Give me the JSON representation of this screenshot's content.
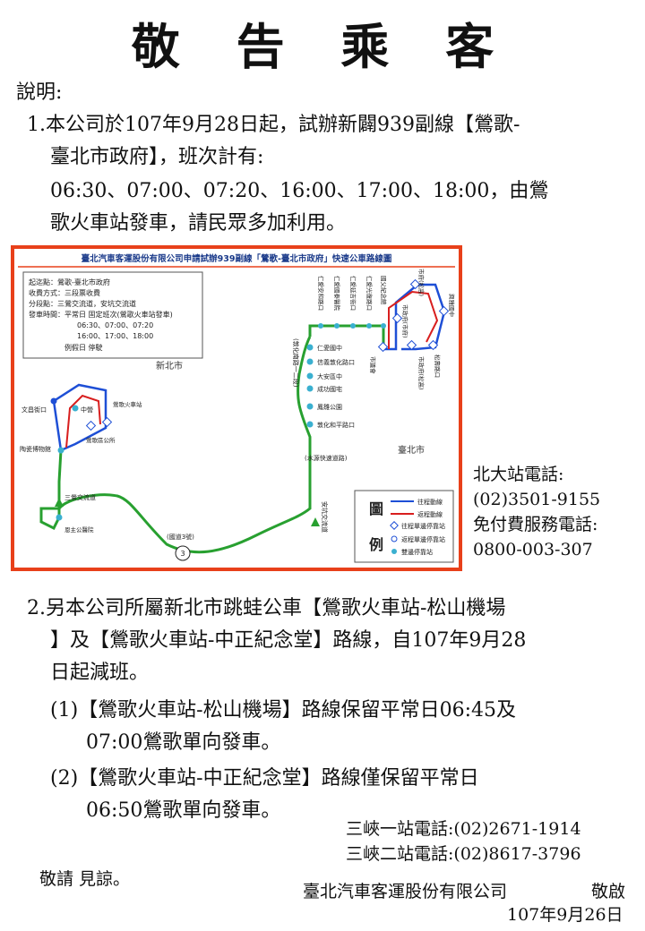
{
  "title": "敬 告 乘 客",
  "intro_label": "說明:",
  "item1": {
    "lines": [
      "1.本公司於107年9月28日起，試辦新闢939副線【鶯歌-",
      "臺北市政府】，班次計有:",
      "06:30、07:00、07:20、16:00、17:00、18:00，由鶯",
      "歌火車站發車，請民眾多加利用。"
    ]
  },
  "map": {
    "header": "臺北汽車客運股份有限公司申請試辦939副線「鶯歌-臺北市政府」快速公車路線圖",
    "info_lines": [
      "起迄點：鶯歌-臺北市政府",
      "收費方式：三段票收費",
      "分段點：三鶯交流道，安坑交流道",
      "發車時間：平常日 固定班次(鶯歌火車站發車)",
      "06:30、07:00、07:20",
      "16:00、17:00、18:00",
      "例假日 停駛"
    ],
    "region_new_taipei": "新北市",
    "region_taipei": "臺北市",
    "stops_west": [
      "文昌街口",
      "中營",
      "鶯歌區公所",
      "鶯歌火車站",
      "陶瓷博物館"
    ],
    "stops_south": [
      "三鶯交流道",
      "恩主公醫院"
    ],
    "road_labels": [
      "(國道3號)",
      "(水源快速道路)",
      "(敦化南路一二段)",
      "安坑交流道",
      "3"
    ],
    "stops_mid": [
      "仁愛國中",
      "信義敦化路口",
      "大安區中",
      "成功國宅",
      "鳳雛公園",
      "敦化和平路口"
    ],
    "stops_top": [
      "仁愛安和路口",
      "仁愛國泰醫院",
      "仁愛延吉街口",
      "仁愛光復路口",
      "國父紀念館"
    ],
    "stops_east": [
      "市議會",
      "市政府(松高)",
      "市政府(市府)",
      "松壽路口",
      "興雅國中",
      "市府(松高)"
    ],
    "legend": {
      "title_1": "圖",
      "title_2": "例",
      "items": [
        "往程動線",
        "返程動線",
        "往程單邊停靠站",
        "返程單邊停靠站",
        "雙邊停靠站"
      ],
      "colors": [
        "#1e4fd6",
        "#d81e1e",
        "#1e4fd6",
        "#1e4fd6",
        "#3ab0d0"
      ]
    },
    "colors": {
      "border": "#e8401a",
      "route_green": "#28a030",
      "route_blue": "#1e4fd6",
      "route_red": "#d81e1e"
    }
  },
  "contacts_right": [
    "北大站電話:",
    "(02)3501-9155",
    "免付費服務電話:",
    "0800-003-307"
  ],
  "item2": {
    "lines": [
      "2.另本公司所屬新北市跳蛙公車【鶯歌火車站-松山機場",
      "】及【鶯歌火車站-中正紀念堂】路線，自107年9月28",
      "日起減班。"
    ],
    "sub1": [
      "(1)【鶯歌火車站-松山機場】路線保留平常日06:45及",
      "07:00鶯歌單向發車。"
    ],
    "sub2": [
      "(2)【鶯歌火車站-中正紀念堂】路線僅保留平常日",
      "06:50鶯歌單向發車。"
    ]
  },
  "contacts_bottom": [
    "三峽一站電話:(02)2671-1914",
    "三峽二站電話:(02)8617-3796"
  ],
  "closing": "敬請 見諒。",
  "company": "臺北汽車客運股份有限公司",
  "respect": "敬啟",
  "date": "107年9月26日"
}
